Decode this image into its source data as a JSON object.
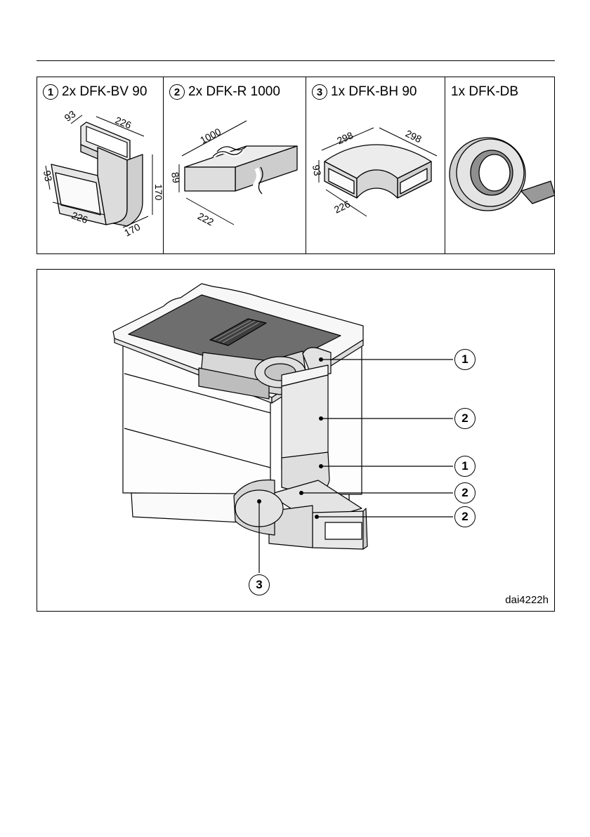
{
  "parts": [
    {
      "badge": "1",
      "label": "2x DFK-BV 90",
      "dims": [
        "93",
        "226",
        "93",
        "170",
        "226",
        "170"
      ]
    },
    {
      "badge": "2",
      "label": "2x DFK-R 1000",
      "dims": [
        "1000",
        "89",
        "222"
      ]
    },
    {
      "badge": "3",
      "label": "1x DFK-BH 90",
      "dims": [
        "298",
        "298",
        "93",
        "226"
      ]
    },
    {
      "badge": "",
      "label": "1x DFK-DB",
      "dims": []
    }
  ],
  "install": {
    "callouts": [
      "1",
      "2",
      "1",
      "2",
      "2",
      "3"
    ],
    "figure_code": "dai4222h"
  }
}
